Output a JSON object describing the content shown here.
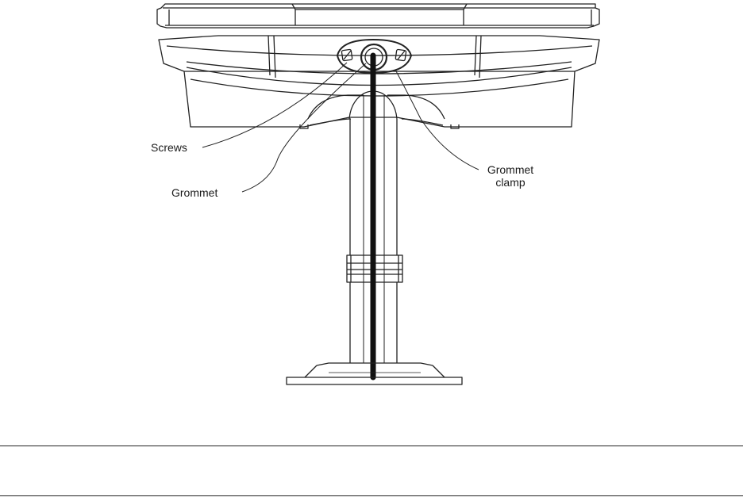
{
  "labels": {
    "screws": "Screws",
    "grommet": "Grommet",
    "grommet_clamp_line1": "Grommet",
    "grommet_clamp_line2": "clamp"
  }
}
